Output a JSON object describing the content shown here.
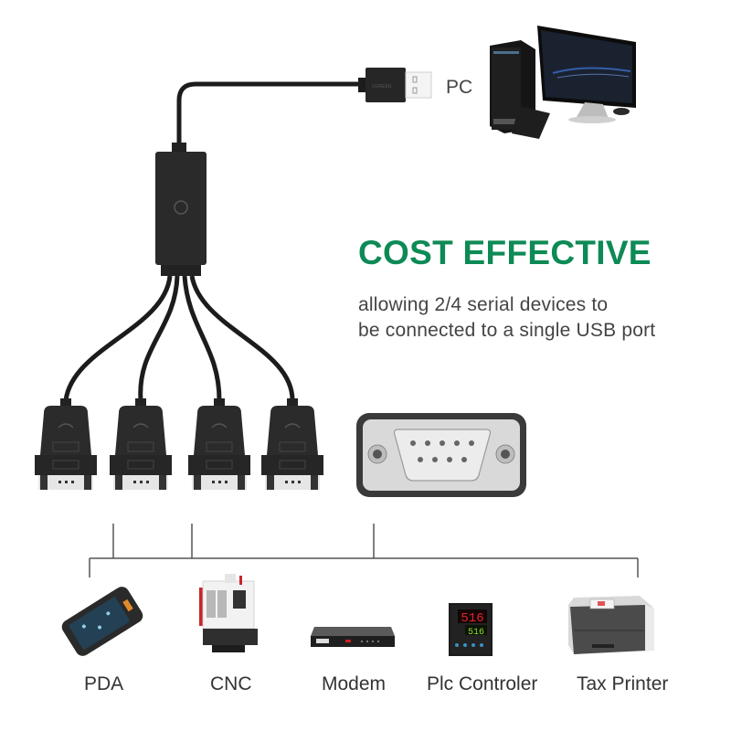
{
  "headline": {
    "title": "COST EFFECTIVE",
    "color": "#0d8a55",
    "description_line1": "allowing 2/4 serial devices to",
    "description_line2": "be connected to a single USB port"
  },
  "host": {
    "label": "PC",
    "icon": "desktop-computer-icon"
  },
  "cable": {
    "usb_plug_icon": "usb-a-plug-icon",
    "hub_icon": "usb-serial-hub-icon",
    "serial_ports": [
      {
        "icon": "db9-male-connector-icon"
      },
      {
        "icon": "db9-male-connector-icon"
      },
      {
        "icon": "db9-male-connector-icon"
      },
      {
        "icon": "db9-male-connector-icon"
      }
    ],
    "port_closeup_icon": "db9-port-closeup-icon"
  },
  "devices": [
    {
      "label": "PDA",
      "icon": "pda-handheld-icon"
    },
    {
      "label": "CNC",
      "icon": "cnc-machine-icon"
    },
    {
      "label": "Modem",
      "icon": "rack-modem-icon"
    },
    {
      "label": "Plc Controler",
      "icon": "plc-controller-icon",
      "display_top": "516",
      "display_bottom": "516"
    },
    {
      "label": "Tax Printer",
      "icon": "laser-printer-icon"
    }
  ],
  "colors": {
    "cable": "#1c1c1c",
    "text_gray": "#444444",
    "line_gray": "#555555",
    "plc_red": "#e3232b",
    "plc_green": "#8ddc33"
  }
}
